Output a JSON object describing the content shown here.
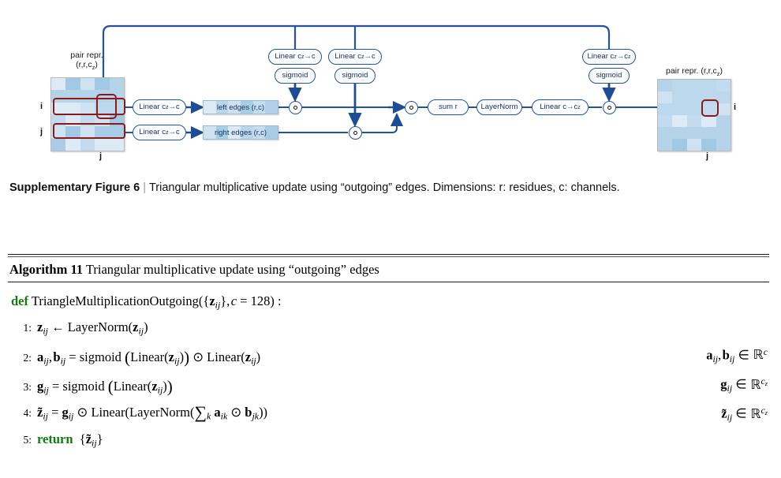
{
  "figure": {
    "left_matrix": {
      "label_line1": "pair repr.",
      "label_line2": "(r,r,c",
      "label_line2_sub": "z",
      "label_line2_end": ")",
      "row_label_i": "i",
      "row_label_j": "j",
      "bottom_axis": "j"
    },
    "right_matrix": {
      "label": "pair repr. (r,r,c",
      "label_sub": "z",
      "label_end": ")",
      "row_label_i": "i",
      "bottom_axis": "j"
    },
    "nodes": {
      "linear_left_edges": "Linear c",
      "linear_left_edges_sub": "z",
      "linear_left_edges_end": "→c",
      "linear_right_edges": "Linear c",
      "linear_right_edges_sub": "z",
      "linear_right_edges_end": "→c",
      "gate_linear_1": "Linear c",
      "gate_linear_1_sub": "z",
      "gate_linear_1_end": "→c",
      "gate_linear_2": "Linear c",
      "gate_linear_2_sub": "z",
      "gate_linear_2_end": "→c",
      "out_gate_linear": "Linear c",
      "out_gate_linear_sub": "z",
      "out_gate_linear_end": "→c",
      "out_gate_linear_end_sub": "z",
      "sigmoid_1": "sigmoid",
      "sigmoid_2": "sigmoid",
      "sigmoid_3": "sigmoid",
      "left_edges": "left edges (r,c)",
      "right_edges": "right edges (r,c)",
      "sum_r": "sum r",
      "layernorm": "LayerNorm",
      "linear_out": "Linear c→c",
      "linear_out_sub": "z"
    },
    "colors": {
      "wire": "#24539e",
      "highlight": "#8b1a1a",
      "matrix_base": "#cfe2f1",
      "edge_box": "#b9d6ea",
      "keyword_green": "#107b10"
    }
  },
  "caption": {
    "lead": "Supplementary Figure 6",
    "separator": "|",
    "text": "Triangular multiplicative update using “outgoing” edges. Dimensions: r: residues, c: channels."
  },
  "algorithm": {
    "number_label": "Algorithm 11",
    "title": "Triangular multiplicative update using “outgoing” edges",
    "def_keyword": "def",
    "signature_name": "TriangleMultiplicationOutgoing",
    "signature_args_z": "z",
    "signature_args_z_sub": "ij",
    "signature_c": "c",
    "signature_c_value": "128",
    "return_keyword": "return",
    "lines": [
      {
        "num": "1:",
        "body": "z_ij ← LayerNorm(z_ij)",
        "annotation": ""
      },
      {
        "num": "2:",
        "body": "a_ij, b_ij = sigmoid (Linear(z_ij)) ⊙ Linear(z_ij)",
        "annotation": "a_ij, b_ij ∈ R^c"
      },
      {
        "num": "3:",
        "body": "g_ij = sigmoid (Linear(z_ij))",
        "annotation": "g_ij ∈ R^{c_z}"
      },
      {
        "num": "4:",
        "body": "z̃_ij = g_ij ⊙ Linear(LayerNorm(∑_k a_ik ⊙ b_jk))",
        "annotation": "z̃_ij ∈ R^{c_z}"
      },
      {
        "num": "5:",
        "body": "return {z̃_ij}",
        "annotation": ""
      }
    ]
  }
}
